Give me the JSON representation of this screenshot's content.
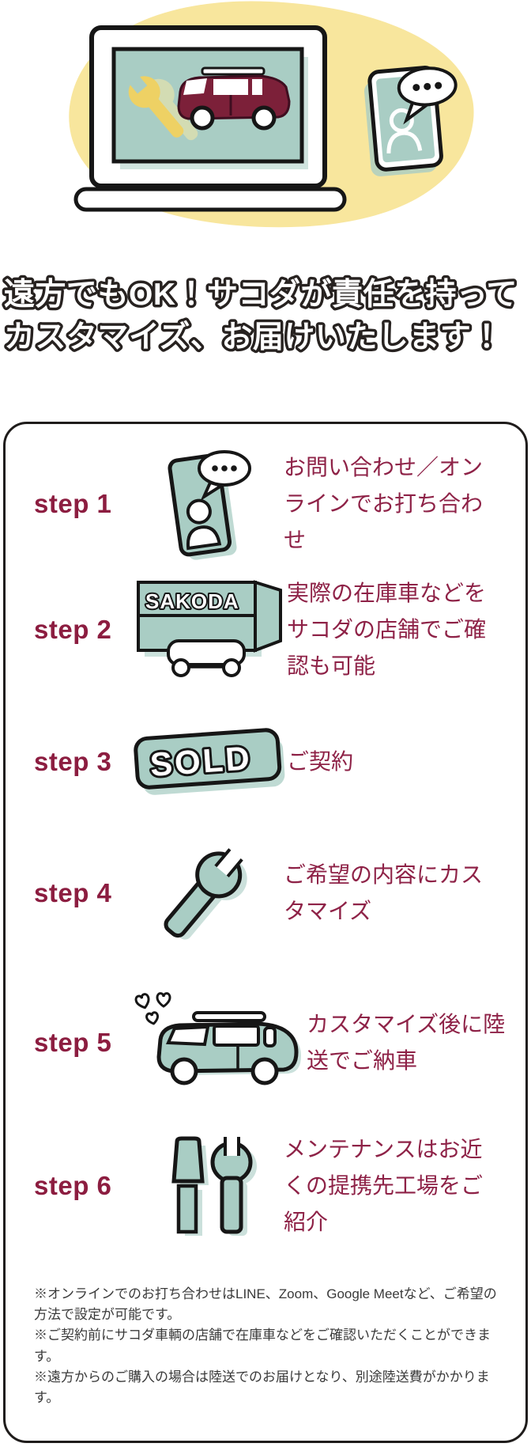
{
  "heading": {
    "line1": "遠方でもOK！サコダが責任を持って",
    "line2": "カスタマイズ、お届けいたします！"
  },
  "steps": [
    {
      "label": "step 1",
      "icon": "smartphone-chat-icon",
      "description": "お問い合わせ／オンラインでお打ち合わせ"
    },
    {
      "label": "step 2",
      "icon": "sakoda-store-icon",
      "description": "実際の在庫車などをサコダの店舗でご確認も可能"
    },
    {
      "label": "step 3",
      "icon": "sold-sign-icon",
      "description": "ご契約"
    },
    {
      "label": "step 4",
      "icon": "wrench-icon",
      "description": "ご希望の内容にカスタマイズ"
    },
    {
      "label": "step 5",
      "icon": "delivery-car-icon",
      "description": "カスタマイズ後に陸送でご納車"
    },
    {
      "label": "step 6",
      "icon": "maintenance-tools-icon",
      "description": "メンテナンスはお近くの提携先工場をご紹介"
    }
  ],
  "icon_texts": {
    "store_sign": "SAKODA",
    "sold_sign": "SOLD"
  },
  "notes": [
    "※オンラインでのお打ち合わせはLINE、Zoom、Google Meetなど、ご希望の方法で設定が可能です。",
    "※ご契約前にサコダ車輌の店舗で在庫車などをご確認いただくことができます。",
    "※遠方からのご購入の場合は陸送でのお届けとなり、別途陸送費がかかります。"
  ],
  "colors": {
    "accent_maroon": "#8c1d40",
    "text_maroon": "#8e2247",
    "icon_teal": "#a9cdc4",
    "icon_outline": "#161616",
    "blob_yellow": "#f8e69d",
    "car_dark_red": "#7c2039",
    "wrench_yellow": "#eed164",
    "card_border": "#1f1c1b",
    "note_text": "#3a3a3a",
    "heading_fill": "#ffffff",
    "heading_outline": "#272220"
  }
}
